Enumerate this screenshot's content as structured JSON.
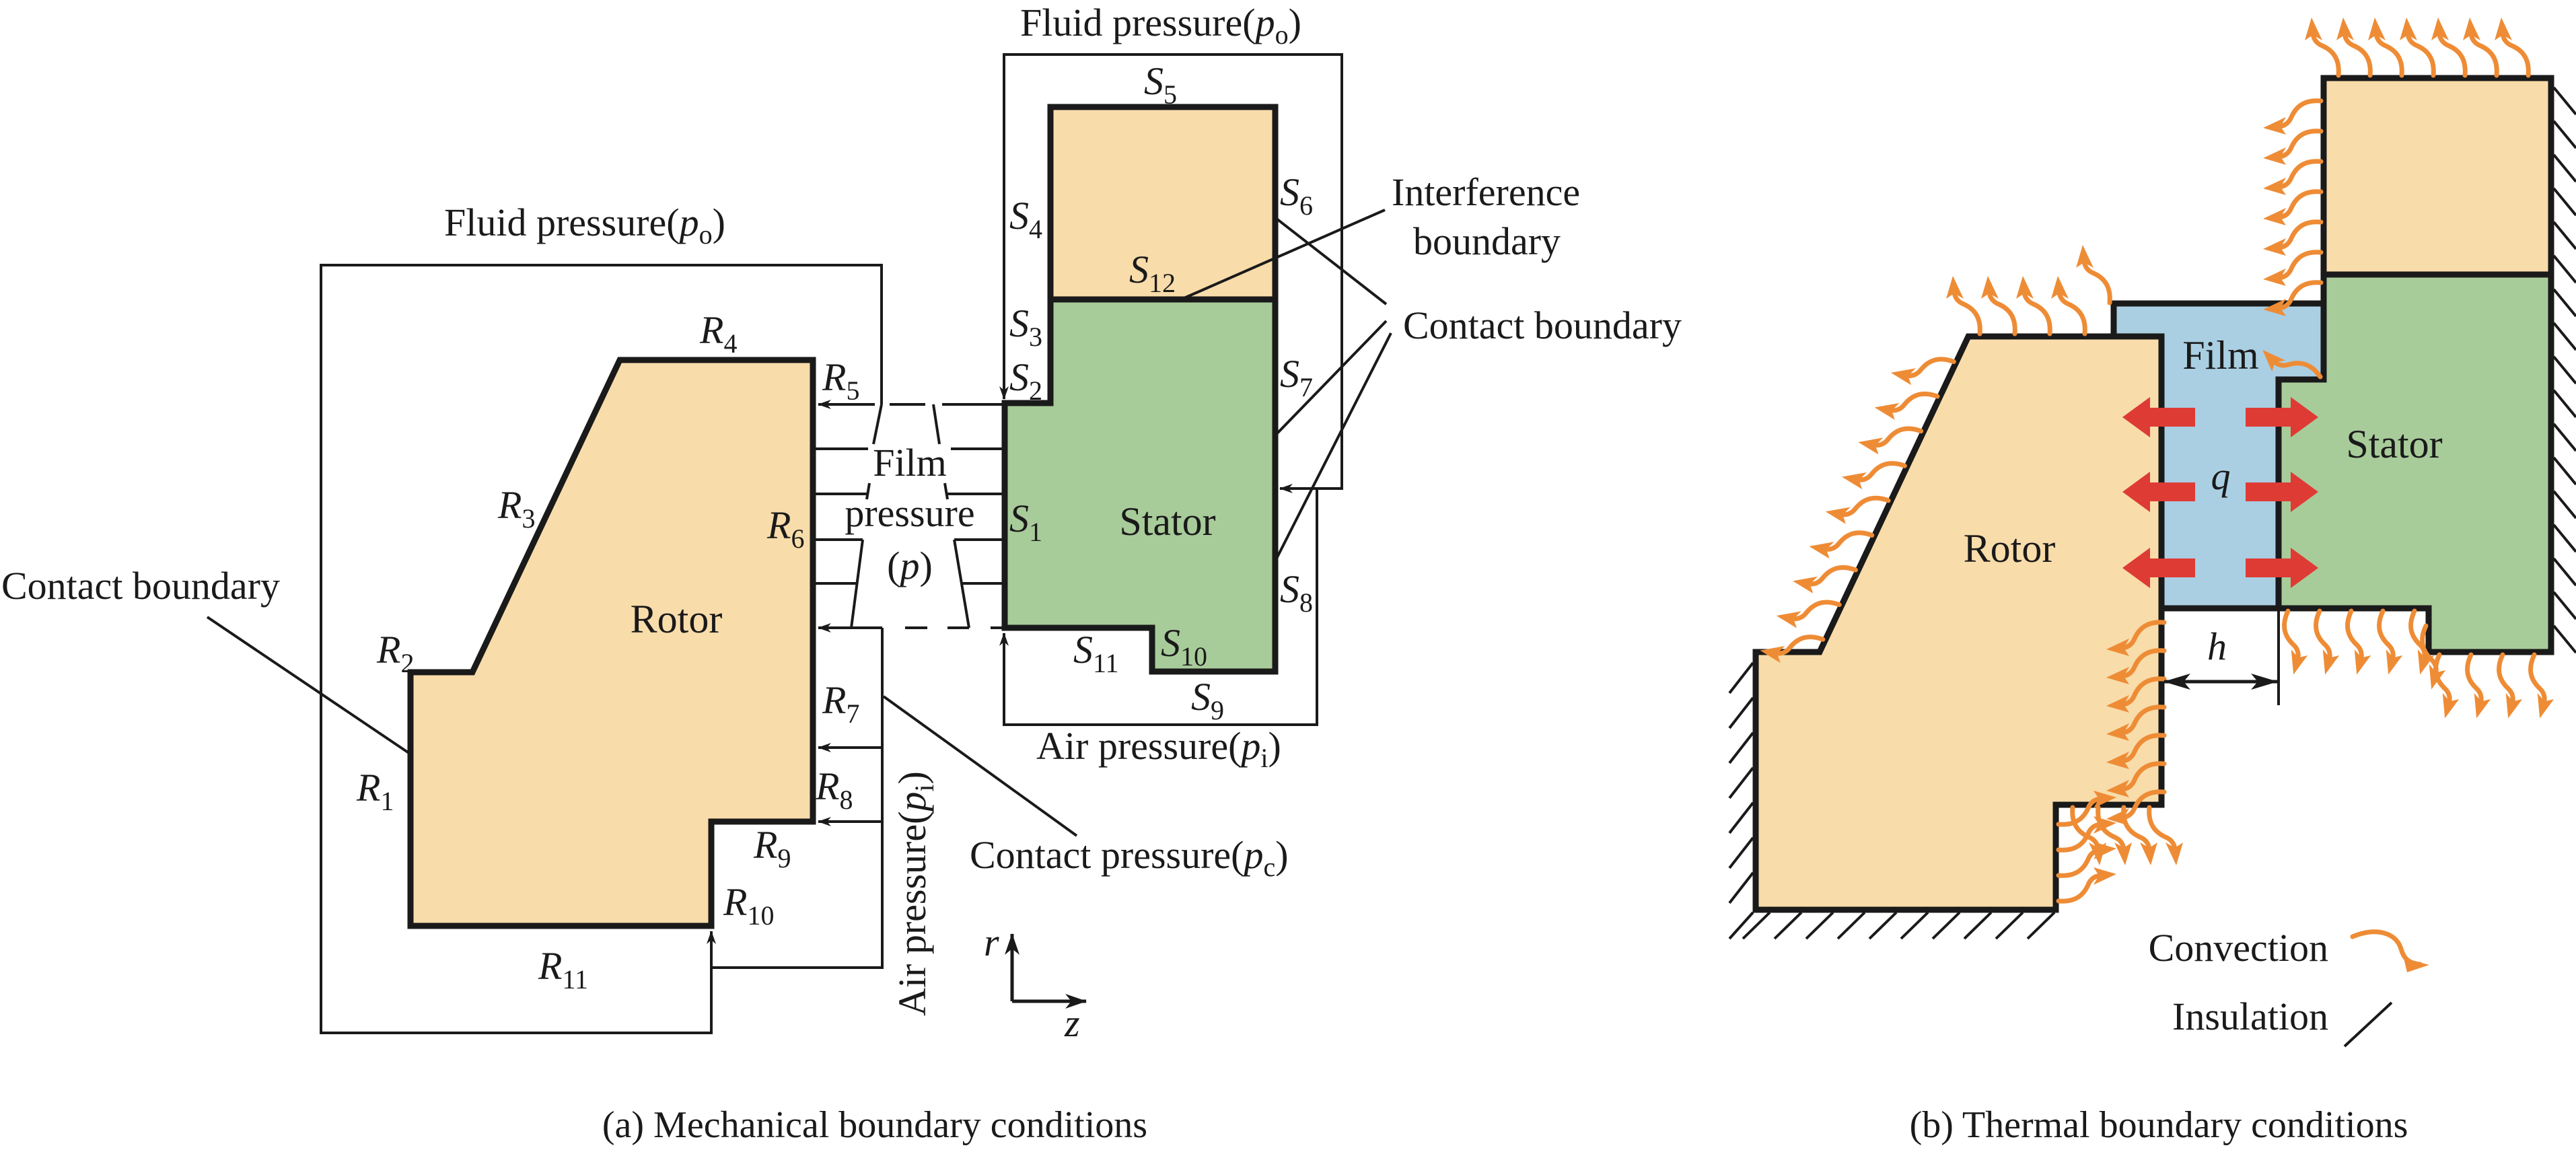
{
  "colors": {
    "rotor": "#f8dcaa",
    "stator": "#a8cb9a",
    "film": "#aacfe3",
    "heat_flux": "#de3b35",
    "convection": "#ee8c36",
    "line": "#1a1a1a"
  },
  "panel_a": {
    "caption": "(a) Mechanical boundary conditions",
    "rotor_label": "Rotor",
    "stator_label": "Stator",
    "fluid_pressure_rotor": {
      "text": "Fluid pressure(",
      "sym": "p",
      "sub": "o",
      "close": ")"
    },
    "fluid_pressure_stator": {
      "text": "Fluid pressure(",
      "sym": "p",
      "sub": "o",
      "close": ")"
    },
    "air_pressure_stator": {
      "text": "Air pressure(",
      "sym": "p",
      "sub": "i",
      "close": ")"
    },
    "air_pressure_rotor": {
      "text": "Air pressure(",
      "sym": "p",
      "sub": "i",
      "close": ")"
    },
    "contact_pressure": {
      "text": "Contact pressure(",
      "sym": "p",
      "sub": "c",
      "close": ")"
    },
    "film_pressure": {
      "line1": "Film",
      "line2": "pressure",
      "line3_open": "(",
      "line3_sym": "p",
      "line3_close": ")"
    },
    "contact_boundary_left": "Contact boundary",
    "contact_boundary_right": "Contact boundary",
    "interference_boundary": {
      "line1": "Interference",
      "line2": "boundary"
    },
    "axes": {
      "r": "r",
      "z": "z"
    },
    "rotor_boundaries": [
      {
        "sym": "R",
        "sub": "1"
      },
      {
        "sym": "R",
        "sub": "2"
      },
      {
        "sym": "R",
        "sub": "3"
      },
      {
        "sym": "R",
        "sub": "4"
      },
      {
        "sym": "R",
        "sub": "5"
      },
      {
        "sym": "R",
        "sub": "6"
      },
      {
        "sym": "R",
        "sub": "7"
      },
      {
        "sym": "R",
        "sub": "8"
      },
      {
        "sym": "R",
        "sub": "9"
      },
      {
        "sym": "R",
        "sub": "10"
      },
      {
        "sym": "R",
        "sub": "11"
      }
    ],
    "stator_boundaries": [
      {
        "sym": "S",
        "sub": "1"
      },
      {
        "sym": "S",
        "sub": "2"
      },
      {
        "sym": "S",
        "sub": "3"
      },
      {
        "sym": "S",
        "sub": "4"
      },
      {
        "sym": "S",
        "sub": "5"
      },
      {
        "sym": "S",
        "sub": "6"
      },
      {
        "sym": "S",
        "sub": "7"
      },
      {
        "sym": "S",
        "sub": "8"
      },
      {
        "sym": "S",
        "sub": "9"
      },
      {
        "sym": "S",
        "sub": "10"
      },
      {
        "sym": "S",
        "sub": "11"
      },
      {
        "sym": "S",
        "sub": "12"
      }
    ]
  },
  "panel_b": {
    "caption": "(b) Thermal boundary conditions",
    "rotor_label": "Rotor",
    "stator_label": "Stator",
    "film_label": "Film",
    "heat_flux_symbol": "q",
    "gap_symbol": "h",
    "legend": {
      "convection": "Convection",
      "insulation": "Insulation"
    }
  }
}
